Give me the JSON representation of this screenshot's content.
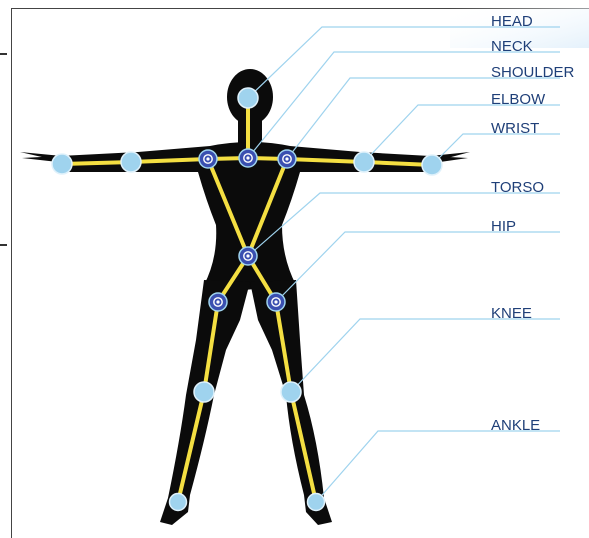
{
  "diagram": {
    "colors": {
      "body": "#0b0b0b",
      "bone": "#f4df42",
      "joint_light": "#9fd3ee",
      "joint_light_stroke": "#dff1fb",
      "joint_dark": "#3a4fb0",
      "joint_dark_ring": "#ffffff",
      "leader": "#9fd3ee",
      "label_text": "#1f3f78",
      "frame": "#444444",
      "corner_tint": "#e4f1fb"
    },
    "labels": [
      {
        "id": "head",
        "text": "HEAD"
      },
      {
        "id": "neck",
        "text": "NECK"
      },
      {
        "id": "shoulder",
        "text": "SHOULDER"
      },
      {
        "id": "elbow",
        "text": "ELBOW"
      },
      {
        "id": "wrist",
        "text": "WRIST"
      },
      {
        "id": "torso",
        "text": "TORSO"
      },
      {
        "id": "hip",
        "text": "HIP"
      },
      {
        "id": "knee",
        "text": "KNEE"
      },
      {
        "id": "ankle",
        "text": "ANKLE"
      }
    ]
  }
}
